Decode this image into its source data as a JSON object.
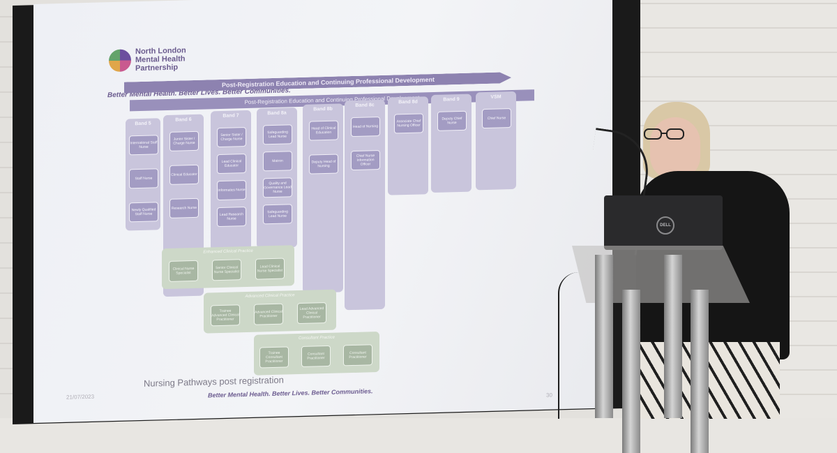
{
  "slide": {
    "logo": {
      "line1": "North London",
      "line2": "Mental Health",
      "line3": "Partnership"
    },
    "tagline": "Better Mental Health. Better Lives. Better Communities.",
    "banner_title": "Post-Registration Education and Continuing Professional Development",
    "sub_banner": "Post-Registration Education and Continuing Professional Development",
    "bands": [
      {
        "title": "Band 5",
        "roles": [
          "International Staff Nurse",
          "Staff Nurse",
          "Newly Qualified Staff Nurse"
        ]
      },
      {
        "title": "Band 6",
        "roles": [
          "Junior Sister / Charge Nurse",
          "Clinical Educator",
          "Research Nurse"
        ]
      },
      {
        "title": "Band 7",
        "roles": [
          "Senior Sister / Charge Nurse",
          "Lead Clinical Educator",
          "Informatics Nurse",
          "Lead Research Nurse"
        ]
      },
      {
        "title": "Band 8a",
        "roles": [
          "Safeguarding Lead Nurse",
          "Matron",
          "Quality and Governance Lead Nurse",
          "Safeguarding Lead Nurse"
        ]
      },
      {
        "title": "Band 8b",
        "roles": [
          "Head of Clinical Education",
          "Deputy Head of Nursing"
        ]
      },
      {
        "title": "Band 8c",
        "roles": [
          "Head of Nursing",
          "Chief Nurse Information Officer"
        ]
      },
      {
        "title": "Band 8d",
        "roles": [
          "Associate Chief Nursing Officer"
        ]
      },
      {
        "title": "Band 9",
        "roles": [
          "Deputy Chief Nurse"
        ]
      },
      {
        "title": "VSM",
        "roles": [
          "Chief Nurse"
        ]
      }
    ],
    "enhanced": {
      "title": "Enhanced Clinical Practice",
      "roles": [
        "Clinical Nurse Specialist",
        "Senior Clinical Nurse Specialist",
        "Lead Clinical Nurse Specialist"
      ]
    },
    "advanced": {
      "title": "Advanced Clinical Practice",
      "roles": [
        "Trainee Advanced Clinical Practitioner",
        "Advanced Clinical Practitioner",
        "Lead Advanced Clinical Practitioner"
      ]
    },
    "consultant": {
      "title": "Consultant Practice",
      "roles": [
        "Trainee Consultant Practitioner",
        "Consultant Practitioner",
        "Consultant Practitioner"
      ]
    },
    "footer_title": "Nursing Pathways post registration",
    "footer_tag": "Better Mental Health. Better Lives. Better Communities.",
    "date": "21/07/2023",
    "page": "30"
  },
  "laptop": {
    "brand": "DELL"
  }
}
